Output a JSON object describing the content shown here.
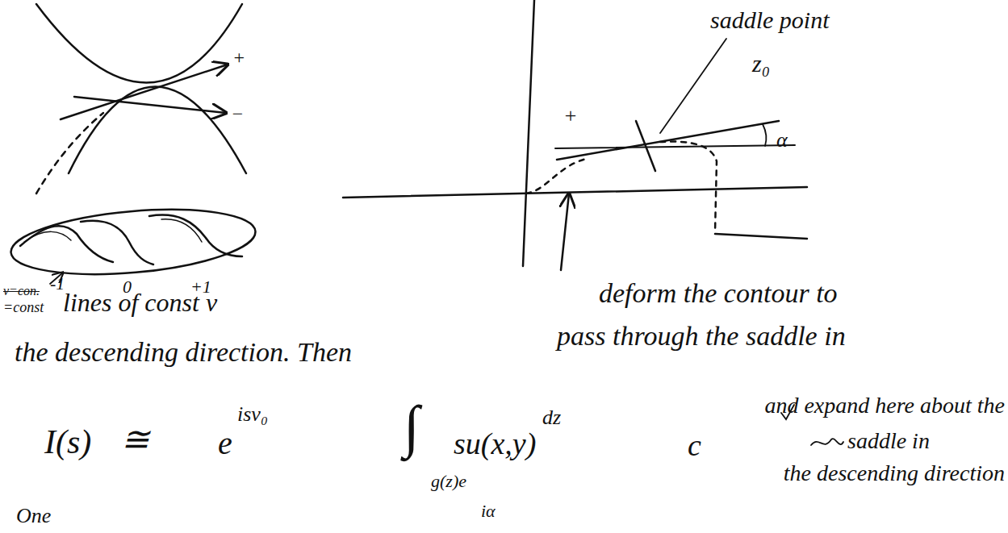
{
  "diagram": {
    "labels": [
      "saddle point",
      "z₀",
      "+",
      "−",
      "+",
      "α",
      "-1",
      "0",
      "+1",
      "v=con.",
      "=const",
      "lines of const v",
      "deform the contour to",
      "pass through the saddle in",
      "the descending direction. Then",
      "and expand here about the",
      "saddle in",
      "the descending direction",
      "I(s)",
      "≅",
      "e",
      "isv₀",
      "∫",
      "g(z)e",
      "su(x,y)",
      "dz",
      "c",
      "One",
      "iα"
    ]
  }
}
